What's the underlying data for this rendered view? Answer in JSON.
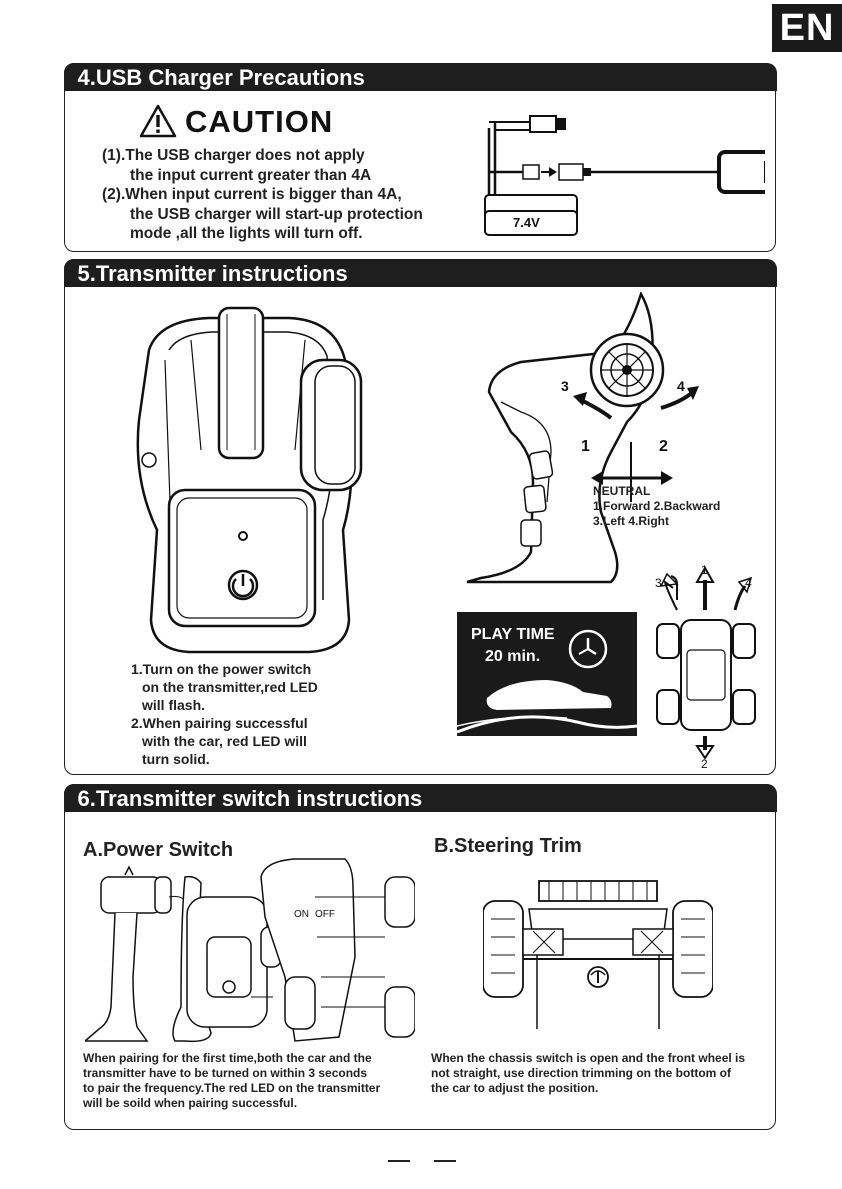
{
  "lang_badge": "EN",
  "usb_section": {
    "title": "4.USB Charger Precautions",
    "caution_label": "CAUTION",
    "lines": [
      "(1).The USB charger does not apply",
      "the input current greater than 4A",
      "(2).When input current is bigger than 4A,",
      "the USB charger will start-up protection",
      "mode ,all the lights will turn off."
    ],
    "battery_label": "7.4V"
  },
  "transmitter_section": {
    "title": "5.Transmitter instructions",
    "lines": [
      "1.Turn on the power switch",
      "on the transmitter,red LED",
      "will flash.",
      "2.When pairing successful",
      "with the car, red LED will",
      "turn solid."
    ],
    "neutral_label": "NEUTRAL",
    "direction_lines": [
      "1.Forward 2.Backward",
      "3.Left 4.Right"
    ],
    "trigger_numbers": [
      "1",
      "2"
    ],
    "wheel_numbers": [
      "3",
      "4"
    ],
    "car_numbers": [
      "1",
      "2",
      "3",
      "4"
    ],
    "play_time_label": "PLAY TIME",
    "play_time_value": "20 min."
  },
  "switch_section": {
    "title": "6.Transmitter switch instructions",
    "power_title": "A.Power Switch",
    "trim_title": "B.Steering Trim",
    "on_label": "ON",
    "off_label": "OFF",
    "power_lines": [
      "When pairing for the first time,both the car and the",
      "transmitter have to be turned on within 3 seconds",
      "to pair the frequency.The red LED on the transmitter",
      "will be soild when pairing successful."
    ],
    "trim_lines": [
      "When the chassis switch is open and the front wheel is",
      "not straight, use direction trimming on the bottom of",
      "the car to adjust the position."
    ]
  }
}
